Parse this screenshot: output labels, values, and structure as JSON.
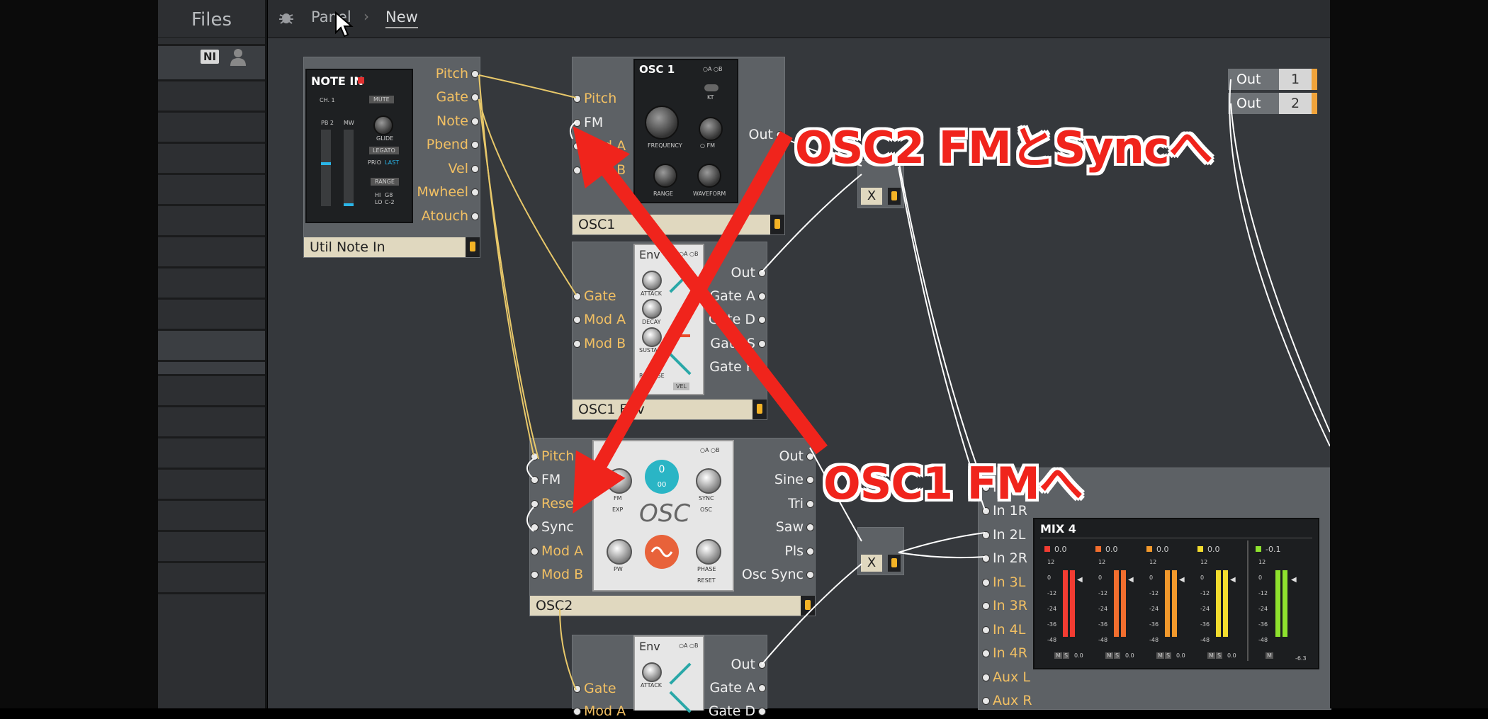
{
  "sidebar": {
    "files_label": "Files",
    "ni_label": "NI"
  },
  "breadcrumb": {
    "first": "Panel",
    "current": "New"
  },
  "note_in": {
    "title": "NOTE IN",
    "ch": "CH. 1",
    "mute": "MUTE",
    "pb": "PB 2",
    "mw": "MW",
    "glide": "GLIDE",
    "legato": "LEGATO",
    "prio": "PRIO",
    "prio_val": "LAST",
    "range": "RANGE",
    "hi": "HI",
    "hi_val": "G8",
    "lo": "LO",
    "lo_val": "C-2",
    "footer": "Util Note In",
    "outputs": [
      "Pitch",
      "Gate",
      "Note",
      "Pbend",
      "Vel",
      "Mwheel",
      "Atouch"
    ]
  },
  "osc1": {
    "title": "OSC 1",
    "ab": "○A ○B",
    "kt": "KT",
    "frequency": "FREQUENCY",
    "fm": "○ FM",
    "range": "RANGE",
    "waveform": "WAVEFORM",
    "footer": "OSC1",
    "inputs": [
      "Pitch",
      "FM",
      "Mod A",
      "Mod B"
    ],
    "output": "Out"
  },
  "env1": {
    "title": "Env",
    "ab": "○A ○B",
    "attack": "ATTACK",
    "decay": "DECAY",
    "sustain": "SUSTAIN",
    "release": "RELEASE",
    "vel": "VEL",
    "footer": "OSC1 Env",
    "inputs": [
      "Gate",
      "Mod A",
      "Mod B"
    ],
    "outputs": [
      "Out",
      "Gate A",
      "Gate D",
      "Gate S",
      "Gate R"
    ]
  },
  "osc2": {
    "title": "OSC",
    "ab": "○A ○B",
    "fm": "FM",
    "exp": "EXP",
    "sync": "SYNC",
    "osc": "OSC",
    "pw": "PW",
    "phase": "PHASE",
    "reset": "RESET",
    "knob_value": "0",
    "knob_sub": "00",
    "footer": "OSC2",
    "inputs": [
      "Pitch",
      "FM",
      "Reset",
      "Sync",
      "Mod A",
      "Mod B"
    ],
    "outputs": [
      "Out",
      "Sine",
      "Tri",
      "Saw",
      "Pls",
      "Osc Sync"
    ]
  },
  "env2": {
    "title": "Env",
    "ab": "○A ○B",
    "attack": "ATTACK",
    "inputs": [
      "Gate",
      "Mod A"
    ],
    "outputs": [
      "Out",
      "Gate A",
      "Gate D"
    ]
  },
  "mult": {
    "label1": "X",
    "label2": "X"
  },
  "outs": [
    {
      "label": "Out",
      "num": "1"
    },
    {
      "label": "Out",
      "num": "2"
    }
  ],
  "mixer": {
    "title": "MIX 4",
    "inputs": [
      "In 1L",
      "In 1R",
      "In 2L",
      "In 2R",
      "In 3L",
      "In 3R",
      "In 4L",
      "In 4R",
      "Aux L",
      "Aux R"
    ],
    "channels": [
      {
        "value": "0.0",
        "color": "#f23c32"
      },
      {
        "value": "0.0",
        "color": "#f26e2e"
      },
      {
        "value": "0.0",
        "color": "#f2992c"
      },
      {
        "value": "0.0",
        "color": "#f2dc2e"
      },
      {
        "value": "-0.1",
        "color": "#8ee22e"
      }
    ],
    "scale": [
      "0",
      "-12",
      "-24",
      "-36",
      "-48"
    ],
    "scale_top": "12",
    "ms": [
      "M",
      "S"
    ],
    "master_m": "M",
    "master_val": "-6.3"
  },
  "annotations": {
    "top": "OSC2 FMとSyncへ",
    "bottom": "OSC1 FMへ"
  },
  "colors": {
    "annotation": "#f0241c",
    "port_label": "#f2c063",
    "cable_yellow": "#e8c86a",
    "cable_white": "#ffffff"
  }
}
